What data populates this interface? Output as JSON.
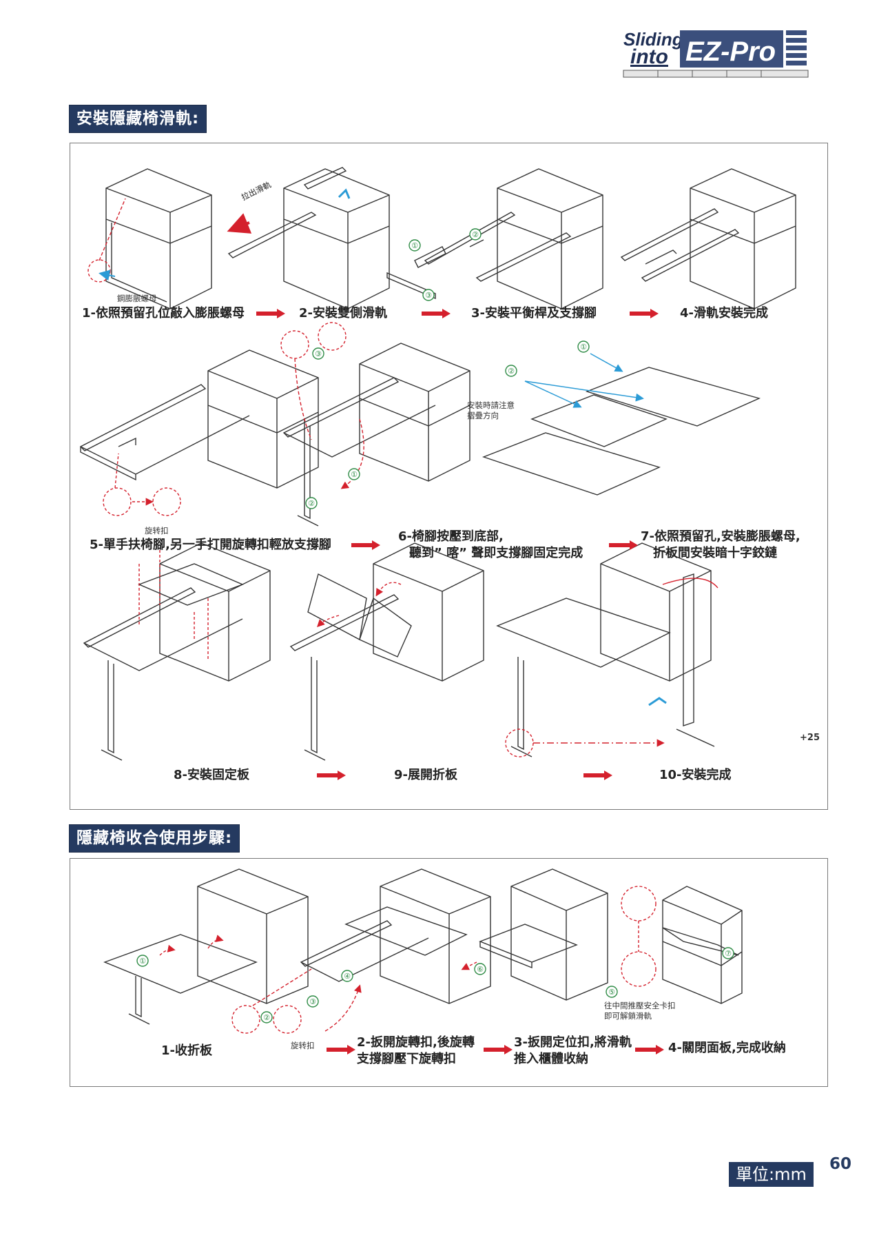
{
  "logo": {
    "line1": "Sliding",
    "line2": "into",
    "brand": "EZ-Pro",
    "colors": {
      "brand_bg": "#3b4f7c",
      "text": "#1f2f55"
    }
  },
  "section1": {
    "title": "安裝隱藏椅滑軌:",
    "steps": [
      {
        "caption": "1-依照預留孔位敲入膨脹螺母",
        "note": "鋼膨脹螺母"
      },
      {
        "caption": "2-安裝雙側滑軌",
        "note": "拉出滑軌"
      },
      {
        "caption": "3-安裝平衡桿及支撐腳",
        "markers": [
          "①",
          "②",
          "③"
        ]
      },
      {
        "caption": "4-滑軌安裝完成"
      },
      {
        "caption": "5-單手扶椅腳,另一手打開旋轉扣輕放支撐腳",
        "note": "旋转扣"
      },
      {
        "caption_line1": "6-椅腳按壓到底部,",
        "caption_line2": "聽到” 喀” 聲即支撐腳固定完成",
        "markers": [
          "①",
          "②",
          "③"
        ]
      },
      {
        "caption_line1": "7-依照預留孔,安裝膨脹螺母,",
        "caption_line2": "折板間安裝暗十字鉸鏈",
        "note_line1": "安裝時請注意",
        "note_line2": "摺疊方向",
        "markers": [
          "①",
          "②"
        ]
      },
      {
        "caption": "8-安裝固定板"
      },
      {
        "caption": "9-展開折板"
      },
      {
        "caption": "10-安裝完成",
        "note": "+25"
      }
    ]
  },
  "section2": {
    "title": "隱藏椅收合使用步驟:",
    "steps": [
      {
        "caption": "1-收折板",
        "markers": [
          "①"
        ]
      },
      {
        "caption_line1": "2-扳開旋轉扣,後旋轉",
        "caption_line2": "支撐腳壓下旋轉扣",
        "note": "旋转扣",
        "markers": [
          "②",
          "③",
          "④"
        ]
      },
      {
        "caption_line1": "3-扳開定位扣,將滑軌",
        "caption_line2": "推入櫃體收納",
        "note_line1": "往中間推壓安全卡扣",
        "note_line2": "即可解鎖滑軌",
        "markers": [
          "⑤",
          "⑥"
        ]
      },
      {
        "caption": "4-關閉面板,完成收納",
        "markers": [
          "⑦"
        ]
      }
    ]
  },
  "footer": {
    "unit": "單位:mm",
    "page": "60"
  },
  "colors": {
    "heading_bg": "#253a60",
    "arrow_red": "#d4202c",
    "marker_green": "#2e8b45",
    "hint_blue": "#2b9bd6",
    "line": "#333333"
  }
}
